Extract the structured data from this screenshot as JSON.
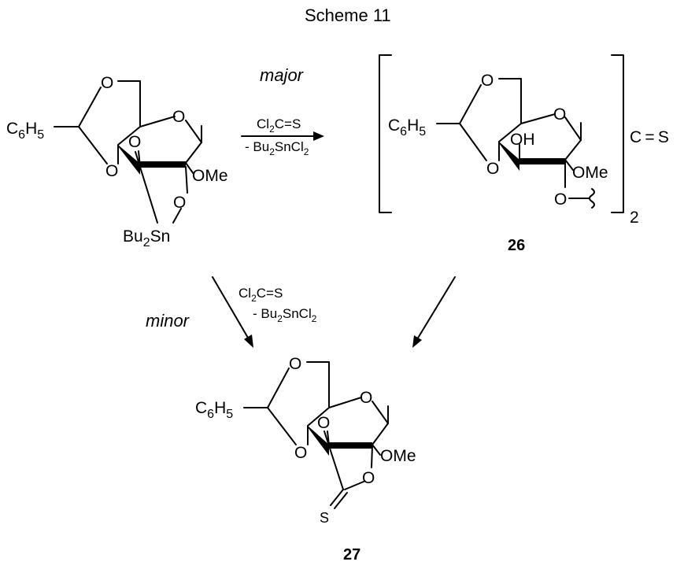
{
  "title": "Scheme 11",
  "conditions": {
    "major_label": "major",
    "minor_label": "minor",
    "reagent": {
      "base": "Cl",
      "sub": "2",
      "rest": "C=S"
    },
    "byproduct": {
      "p1": "- Bu",
      "s1": "2",
      "p2": "SnCl",
      "s2": "2"
    }
  },
  "start": {
    "ph": {
      "base": "C",
      "sub1": "6",
      "mid": "H",
      "sub2": "5"
    },
    "o_ring": "O",
    "o_acetal_top": "O",
    "o_acetal_bot": "O",
    "o3": "O",
    "o2": "O",
    "ome": "OMe",
    "sn": {
      "p1": "Bu",
      "sub": "2",
      "p2": "Sn"
    }
  },
  "product26": {
    "number": "26",
    "ph": {
      "base": "C",
      "sub1": "6",
      "mid": "H",
      "sub2": "5"
    },
    "o_ring": "O",
    "o_acetal_top": "O",
    "o_acetal_bot": "O",
    "oh": "OH",
    "ome": "OMe",
    "o2": "O",
    "cs": "C = S",
    "bracket_sub": "2"
  },
  "product27": {
    "number": "27",
    "ph": {
      "base": "C",
      "sub1": "6",
      "mid": "H",
      "sub2": "5"
    },
    "o_ring": "O",
    "o_acetal_top": "O",
    "o_acetal_bot": "O",
    "o3": "O",
    "o2": "O",
    "ome": "OMe",
    "s": "S"
  }
}
